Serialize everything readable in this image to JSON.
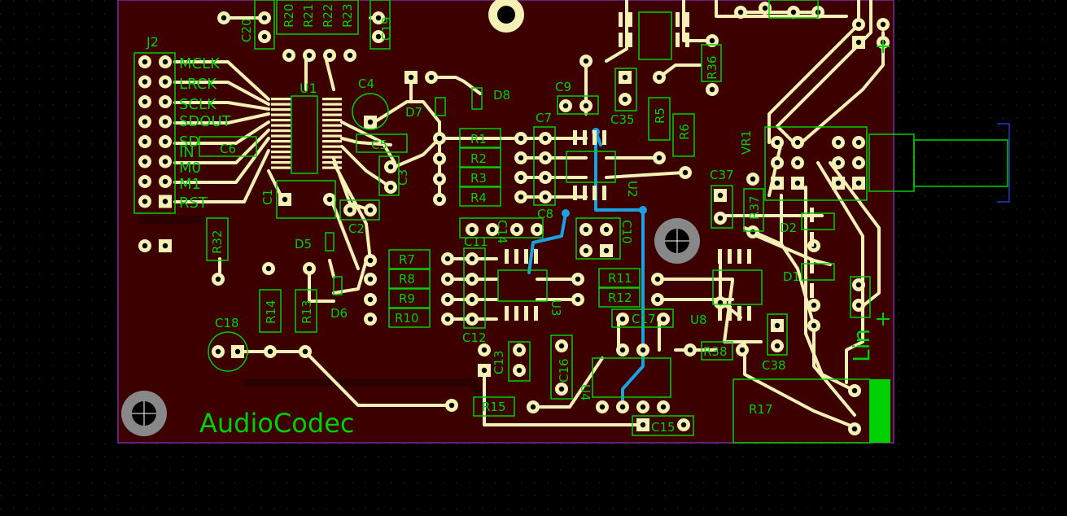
{
  "view": {
    "background": "#000000",
    "board_color": "#3c0000",
    "trace_color": "#f5f0b4",
    "pad_color": "#f5f0b4",
    "silk_color": "#00d000",
    "bottom_trace_color": "#1ea0e0",
    "outline_color": "#7a2ea0"
  },
  "board": {
    "title": "AudioCodec"
  },
  "labels": {
    "j2": "J2",
    "u1": "U1",
    "mclk": "MCLK",
    "lrck": "LRCK",
    "sclk": "SCLK",
    "sdout": "SDOUT",
    "sd": "SD",
    "in": "IN",
    "m0": "M0",
    "m1": "M1",
    "rst": "RST",
    "c1": "C1",
    "c2": "C2",
    "c3": "C3",
    "c4": "C4",
    "c5": "C5",
    "c6": "C6",
    "c7": "C7",
    "c8": "C8",
    "c9": "C9",
    "c10": "C10",
    "c11": "C11",
    "c12": "C12",
    "c13": "C13",
    "c14": "C14",
    "c15": "C15",
    "c16": "C16",
    "c17": "C17",
    "c18": "C18",
    "c19": "C19",
    "c20": "C20",
    "c35": "C35",
    "c37": "C37",
    "c38": "C38",
    "d1": "D1",
    "d2": "D2",
    "d5": "D5",
    "d6": "D6",
    "d7": "D7",
    "d8": "D8",
    "r1": "R1",
    "r2": "R2",
    "r3": "R3",
    "r4": "R4",
    "r5": "R5",
    "r6": "R6",
    "r7": "R7",
    "r8": "R8",
    "r9": "R9",
    "r10": "R10",
    "r11": "R11",
    "r12": "R12",
    "r13": "R13",
    "r14": "R14",
    "r15": "R15",
    "r17": "R17",
    "r20": "R20",
    "r21": "R21",
    "r22": "R22",
    "r23": "R23",
    "r32": "R32",
    "r36": "R36",
    "r37": "R37",
    "r38": "R38",
    "u2": "U2",
    "u3": "U3",
    "u4": "U4",
    "u8": "U8",
    "vr1": "VR1",
    "lin": "Lin"
  }
}
